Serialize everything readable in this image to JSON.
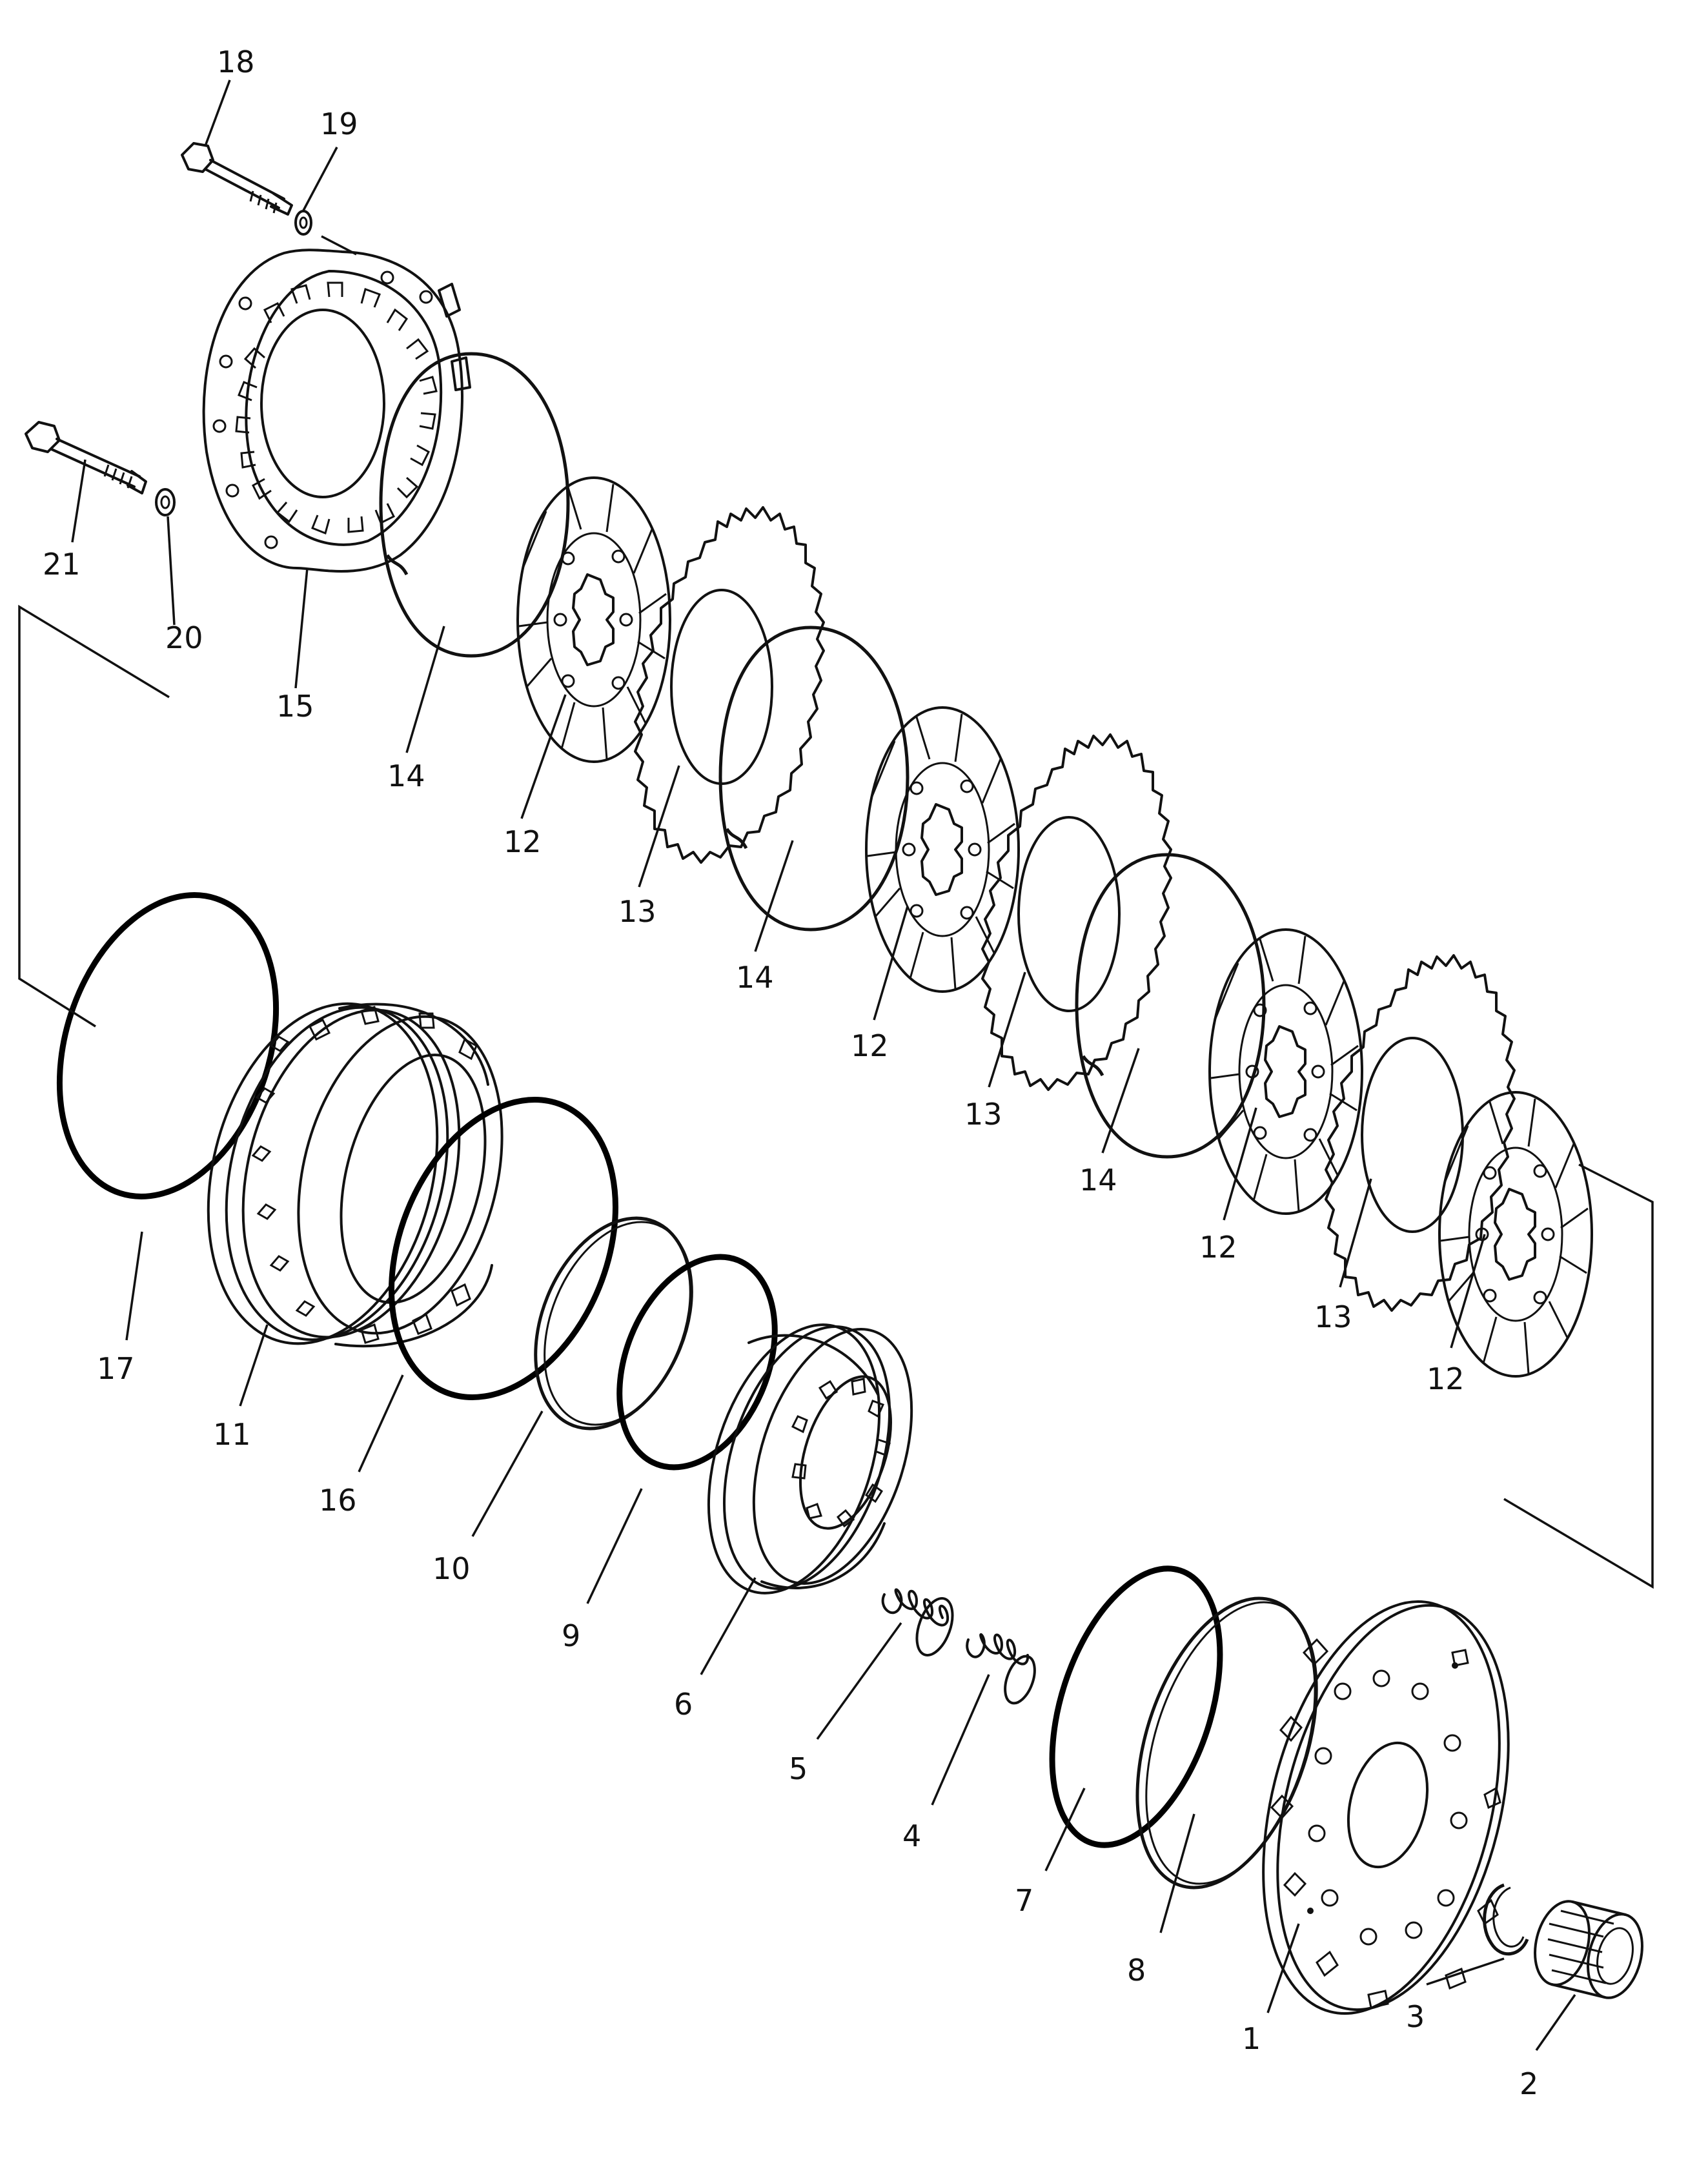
{
  "diagram": {
    "type": "exploded parts diagram",
    "callouts": [
      {
        "id": "c1",
        "label": "1"
      },
      {
        "id": "c2",
        "label": "2"
      },
      {
        "id": "c3",
        "label": "3"
      },
      {
        "id": "c4",
        "label": "4"
      },
      {
        "id": "c5",
        "label": "5"
      },
      {
        "id": "c6",
        "label": "6"
      },
      {
        "id": "c7",
        "label": "7"
      },
      {
        "id": "c8",
        "label": "8"
      },
      {
        "id": "c9",
        "label": "9"
      },
      {
        "id": "c10",
        "label": "10"
      },
      {
        "id": "c11",
        "label": "11"
      },
      {
        "id": "c12a",
        "label": "12"
      },
      {
        "id": "c12b",
        "label": "12"
      },
      {
        "id": "c12c",
        "label": "12"
      },
      {
        "id": "c12d",
        "label": "12"
      },
      {
        "id": "c13a",
        "label": "13"
      },
      {
        "id": "c13b",
        "label": "13"
      },
      {
        "id": "c13c",
        "label": "13"
      },
      {
        "id": "c14a",
        "label": "14"
      },
      {
        "id": "c14b",
        "label": "14"
      },
      {
        "id": "c14c",
        "label": "14"
      },
      {
        "id": "c15",
        "label": "15"
      },
      {
        "id": "c16",
        "label": "16"
      },
      {
        "id": "c17",
        "label": "17"
      },
      {
        "id": "c18",
        "label": "18"
      },
      {
        "id": "c19",
        "label": "19"
      },
      {
        "id": "c20",
        "label": "20"
      },
      {
        "id": "c21",
        "label": "21"
      }
    ]
  }
}
